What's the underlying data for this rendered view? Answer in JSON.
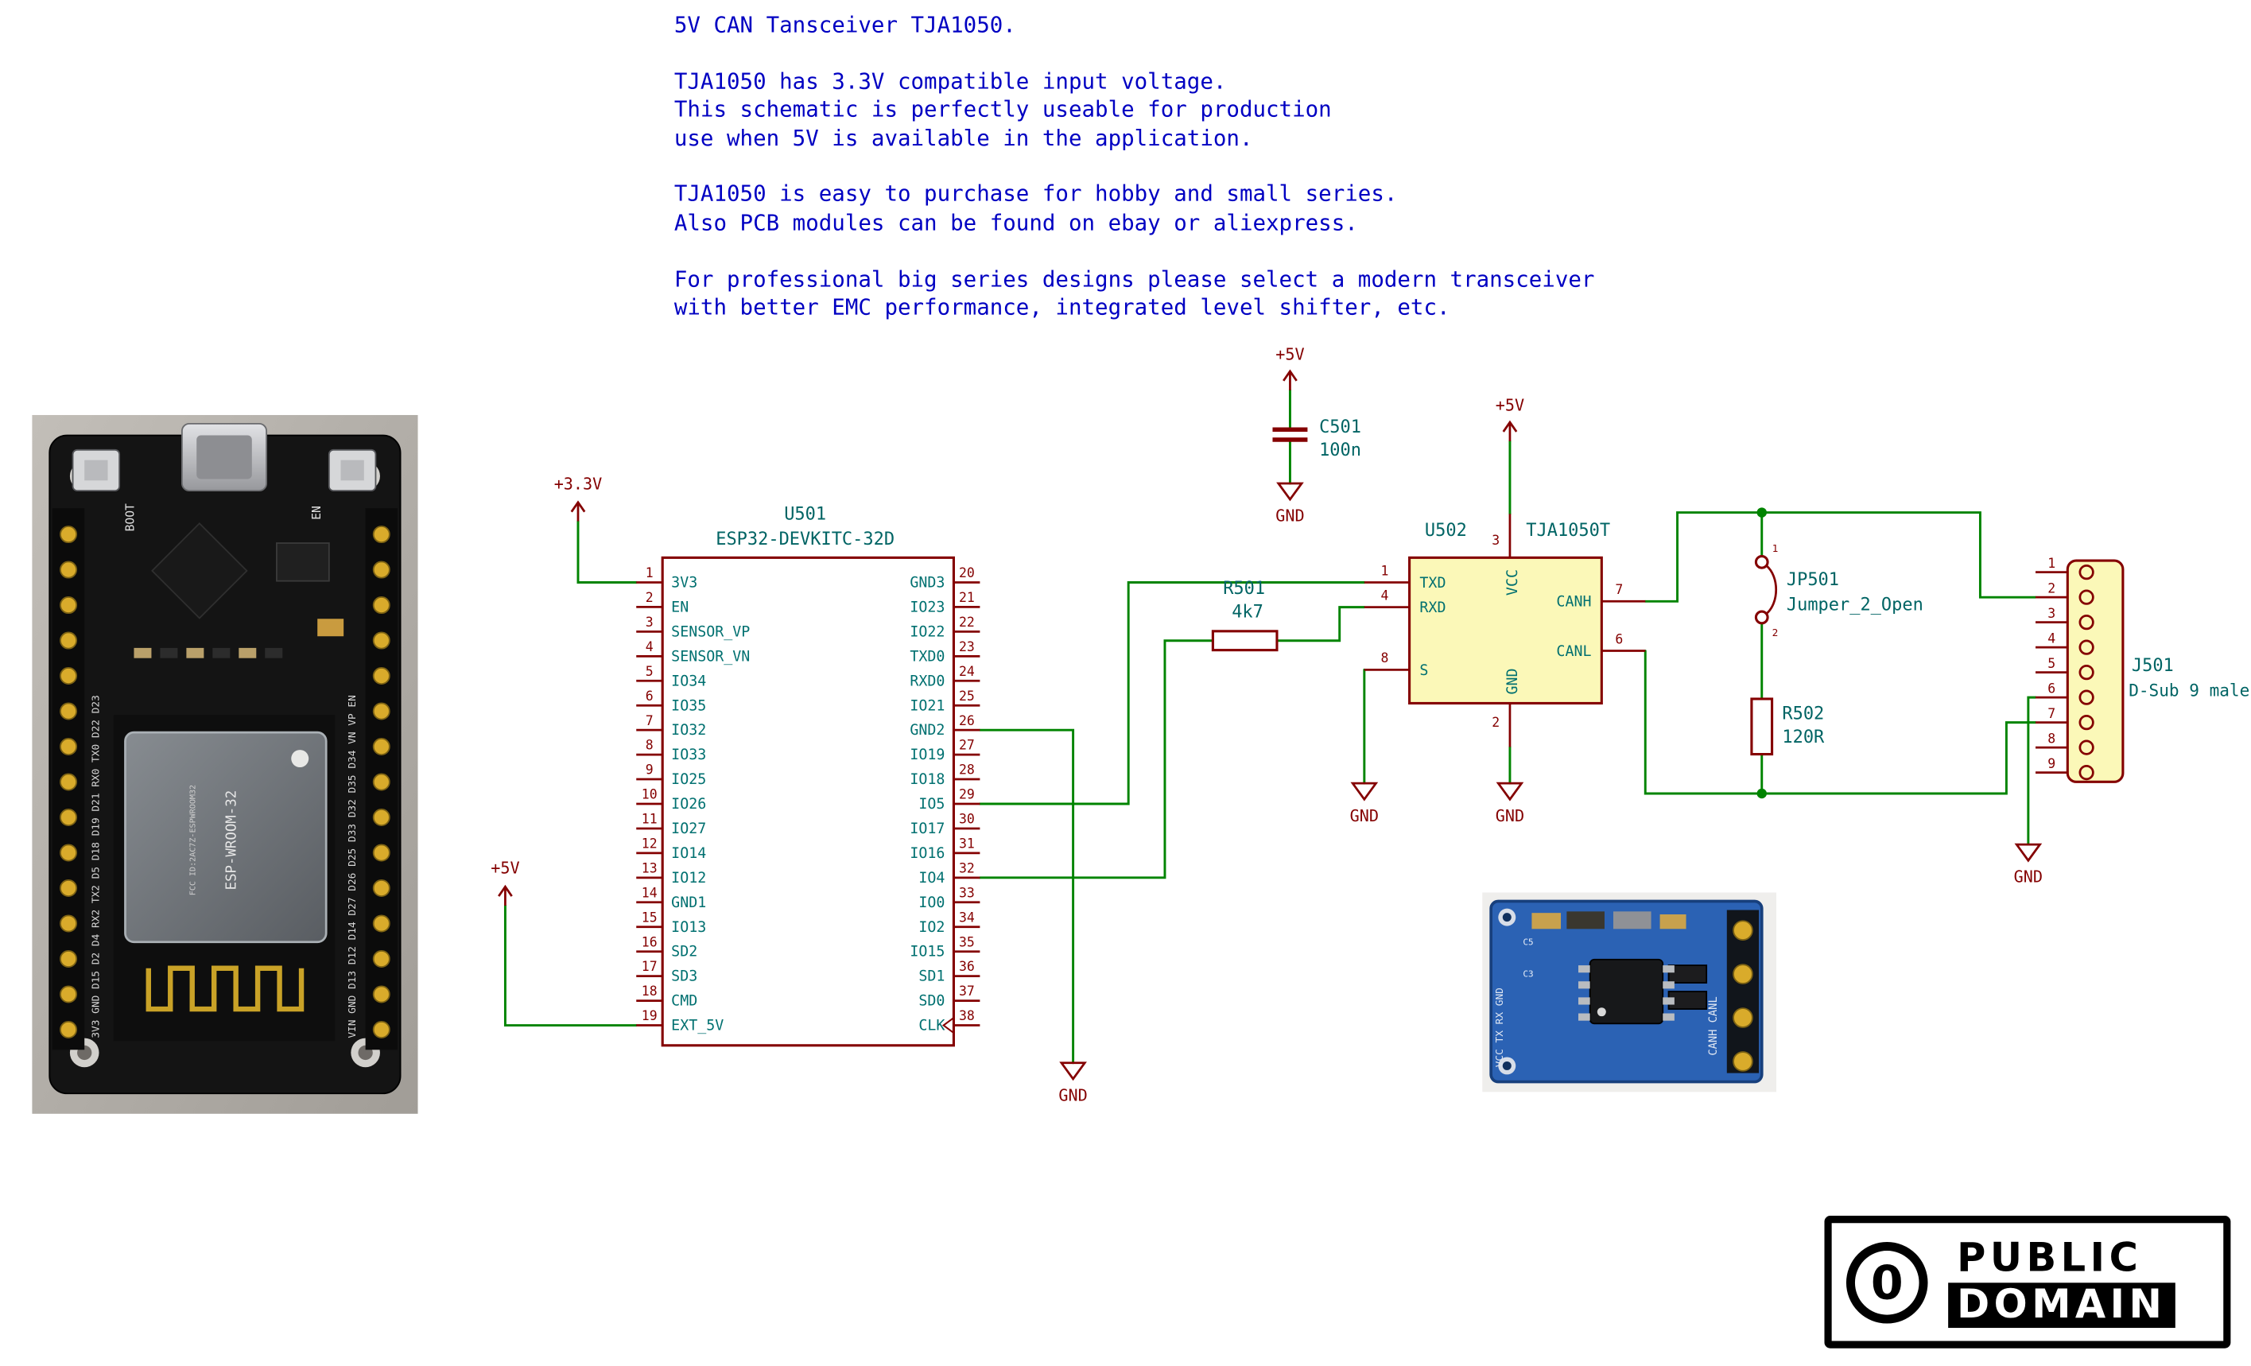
{
  "colors": {
    "wire_green": "#008400",
    "symbol_maroon": "#840000",
    "field_teal": "#006464",
    "pin_name_teal": "#007070",
    "notes_blue": "#0000C2",
    "symbol_fill_yellow": "#FBF8B8",
    "pcb_blue": "#2B62B4"
  },
  "notes": {
    "lines": [
      "5V CAN Tansceiver TJA1050.",
      "",
      "TJA1050 has 3.3V compatible input voltage.",
      "This schematic is perfectly useable for production",
      "use when 5V is available in the application.",
      "",
      "TJA1050 is easy to purchase for hobby and small series.",
      "Also PCB modules can be found on ebay or aliexpress.",
      "",
      "For professional big series designs please select a modern transceiver",
      "with better EMC performance, integrated level shifter, etc."
    ]
  },
  "schematic": {
    "power": {
      "v33": "+3.3V",
      "v5": "+5V",
      "gnd": "GND"
    },
    "u501": {
      "ref": "U501",
      "value": "ESP32-DEVKITC-32D",
      "left_pins": [
        {
          "num": "1",
          "name": "3V3"
        },
        {
          "num": "2",
          "name": "EN"
        },
        {
          "num": "3",
          "name": "SENSOR_VP"
        },
        {
          "num": "4",
          "name": "SENSOR_VN"
        },
        {
          "num": "5",
          "name": "IO34"
        },
        {
          "num": "6",
          "name": "IO35"
        },
        {
          "num": "7",
          "name": "IO32"
        },
        {
          "num": "8",
          "name": "IO33"
        },
        {
          "num": "9",
          "name": "IO25"
        },
        {
          "num": "10",
          "name": "IO26"
        },
        {
          "num": "11",
          "name": "IO27"
        },
        {
          "num": "12",
          "name": "IO14"
        },
        {
          "num": "13",
          "name": "IO12"
        },
        {
          "num": "14",
          "name": "GND1"
        },
        {
          "num": "15",
          "name": "IO13"
        },
        {
          "num": "16",
          "name": "SD2"
        },
        {
          "num": "17",
          "name": "SD3"
        },
        {
          "num": "18",
          "name": "CMD"
        },
        {
          "num": "19",
          "name": "EXT_5V"
        }
      ],
      "right_pins": [
        {
          "num": "20",
          "name": "GND3"
        },
        {
          "num": "21",
          "name": "IO23"
        },
        {
          "num": "22",
          "name": "IO22"
        },
        {
          "num": "23",
          "name": "TXD0"
        },
        {
          "num": "24",
          "name": "RXD0"
        },
        {
          "num": "25",
          "name": "IO21"
        },
        {
          "num": "26",
          "name": "GND2"
        },
        {
          "num": "27",
          "name": "IO19"
        },
        {
          "num": "28",
          "name": "IO18"
        },
        {
          "num": "29",
          "name": "IO5"
        },
        {
          "num": "30",
          "name": "IO17"
        },
        {
          "num": "31",
          "name": "IO16"
        },
        {
          "num": "32",
          "name": "IO4"
        },
        {
          "num": "33",
          "name": "IO0"
        },
        {
          "num": "34",
          "name": "IO2"
        },
        {
          "num": "35",
          "name": "IO15"
        },
        {
          "num": "36",
          "name": "SD1"
        },
        {
          "num": "37",
          "name": "SD0"
        },
        {
          "num": "38",
          "name": "CLK"
        }
      ]
    },
    "u502": {
      "ref": "U502",
      "value": "TJA1050T",
      "pin_txd_num": "1",
      "pin_txd": "TXD",
      "pin_rxd_num": "4",
      "pin_rxd": "RXD",
      "pin_s_num": "8",
      "pin_s": "S",
      "pin_vcc_num": "3",
      "pin_vcc": "VCC",
      "pin_gnd_num": "2",
      "pin_gnd": "GND",
      "pin_canh_num": "7",
      "pin_canh": "CANH",
      "pin_canl_num": "6",
      "pin_canl": "CANL"
    },
    "r501": {
      "ref": "R501",
      "value": "4k7"
    },
    "r502": {
      "ref": "R502",
      "value": "120R"
    },
    "c501": {
      "ref": "C501",
      "value": "100n"
    },
    "jp501": {
      "ref": "JP501",
      "value": "Jumper_2_Open",
      "pin1": "1",
      "pin2": "2"
    },
    "j501": {
      "ref": "J501",
      "value": "D-Sub 9 male",
      "pin_numbers": [
        "1",
        "2",
        "3",
        "4",
        "5",
        "6",
        "7",
        "8",
        "9"
      ]
    }
  },
  "esp32_photo": {
    "boot_label": "BOOT",
    "en_label": "EN",
    "left_silk": "3V3 GND D15 D2 D4 RX2 TX2 D5 D18 D19 D21 RX0 TX0 D22 D23",
    "right_silk": "VIN GND D13 D12 D14 D27 D26 D25 D33 D32 D35 D34 VN VP EN",
    "module_text": "ESP-WROOM-32",
    "module_text2": "FCC ID:2AC7Z-ESPWROOM32"
  },
  "tja_photo": {
    "right_silk": "CANH CANL",
    "left_silk": "VCC TX RX GND",
    "ref_c5": "C5",
    "ref_c3": "C3"
  },
  "license_badge": {
    "zero": "0",
    "line1": "PUBLIC",
    "line2": "DOMAIN"
  }
}
